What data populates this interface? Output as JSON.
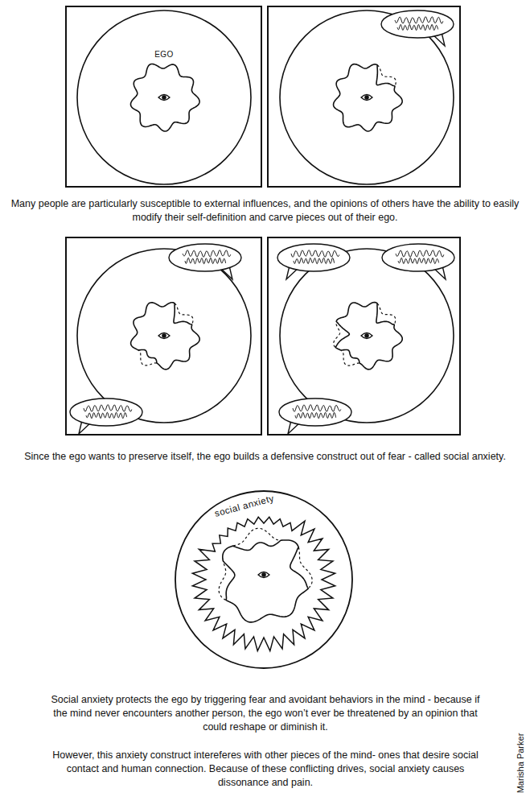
{
  "diagram": {
    "labels": [
      "EGO",
      "Many people are particularly susceptible to external influences, and the opinions of others have the ability to easily modify their self-definition and carve pieces out of their ego.",
      "Since the ego wants to preserve itself, the ego builds a defensive construct out of fear - called social anxiety.",
      "social anxiety",
      "Social anxiety protects the ego by triggering fear and avoidant behaviors in the mind - because if the mind never encounters another person, the ego won’t ever be threatened by an opinion that could reshape or diminish it.",
      "However, this anxiety construct intereferes with other pieces of the mind- ones that desire social contact and human connection. Because of these conflicting drives, social anxiety causes dissonance and pain.",
      "Marisha Parker"
    ]
  }
}
